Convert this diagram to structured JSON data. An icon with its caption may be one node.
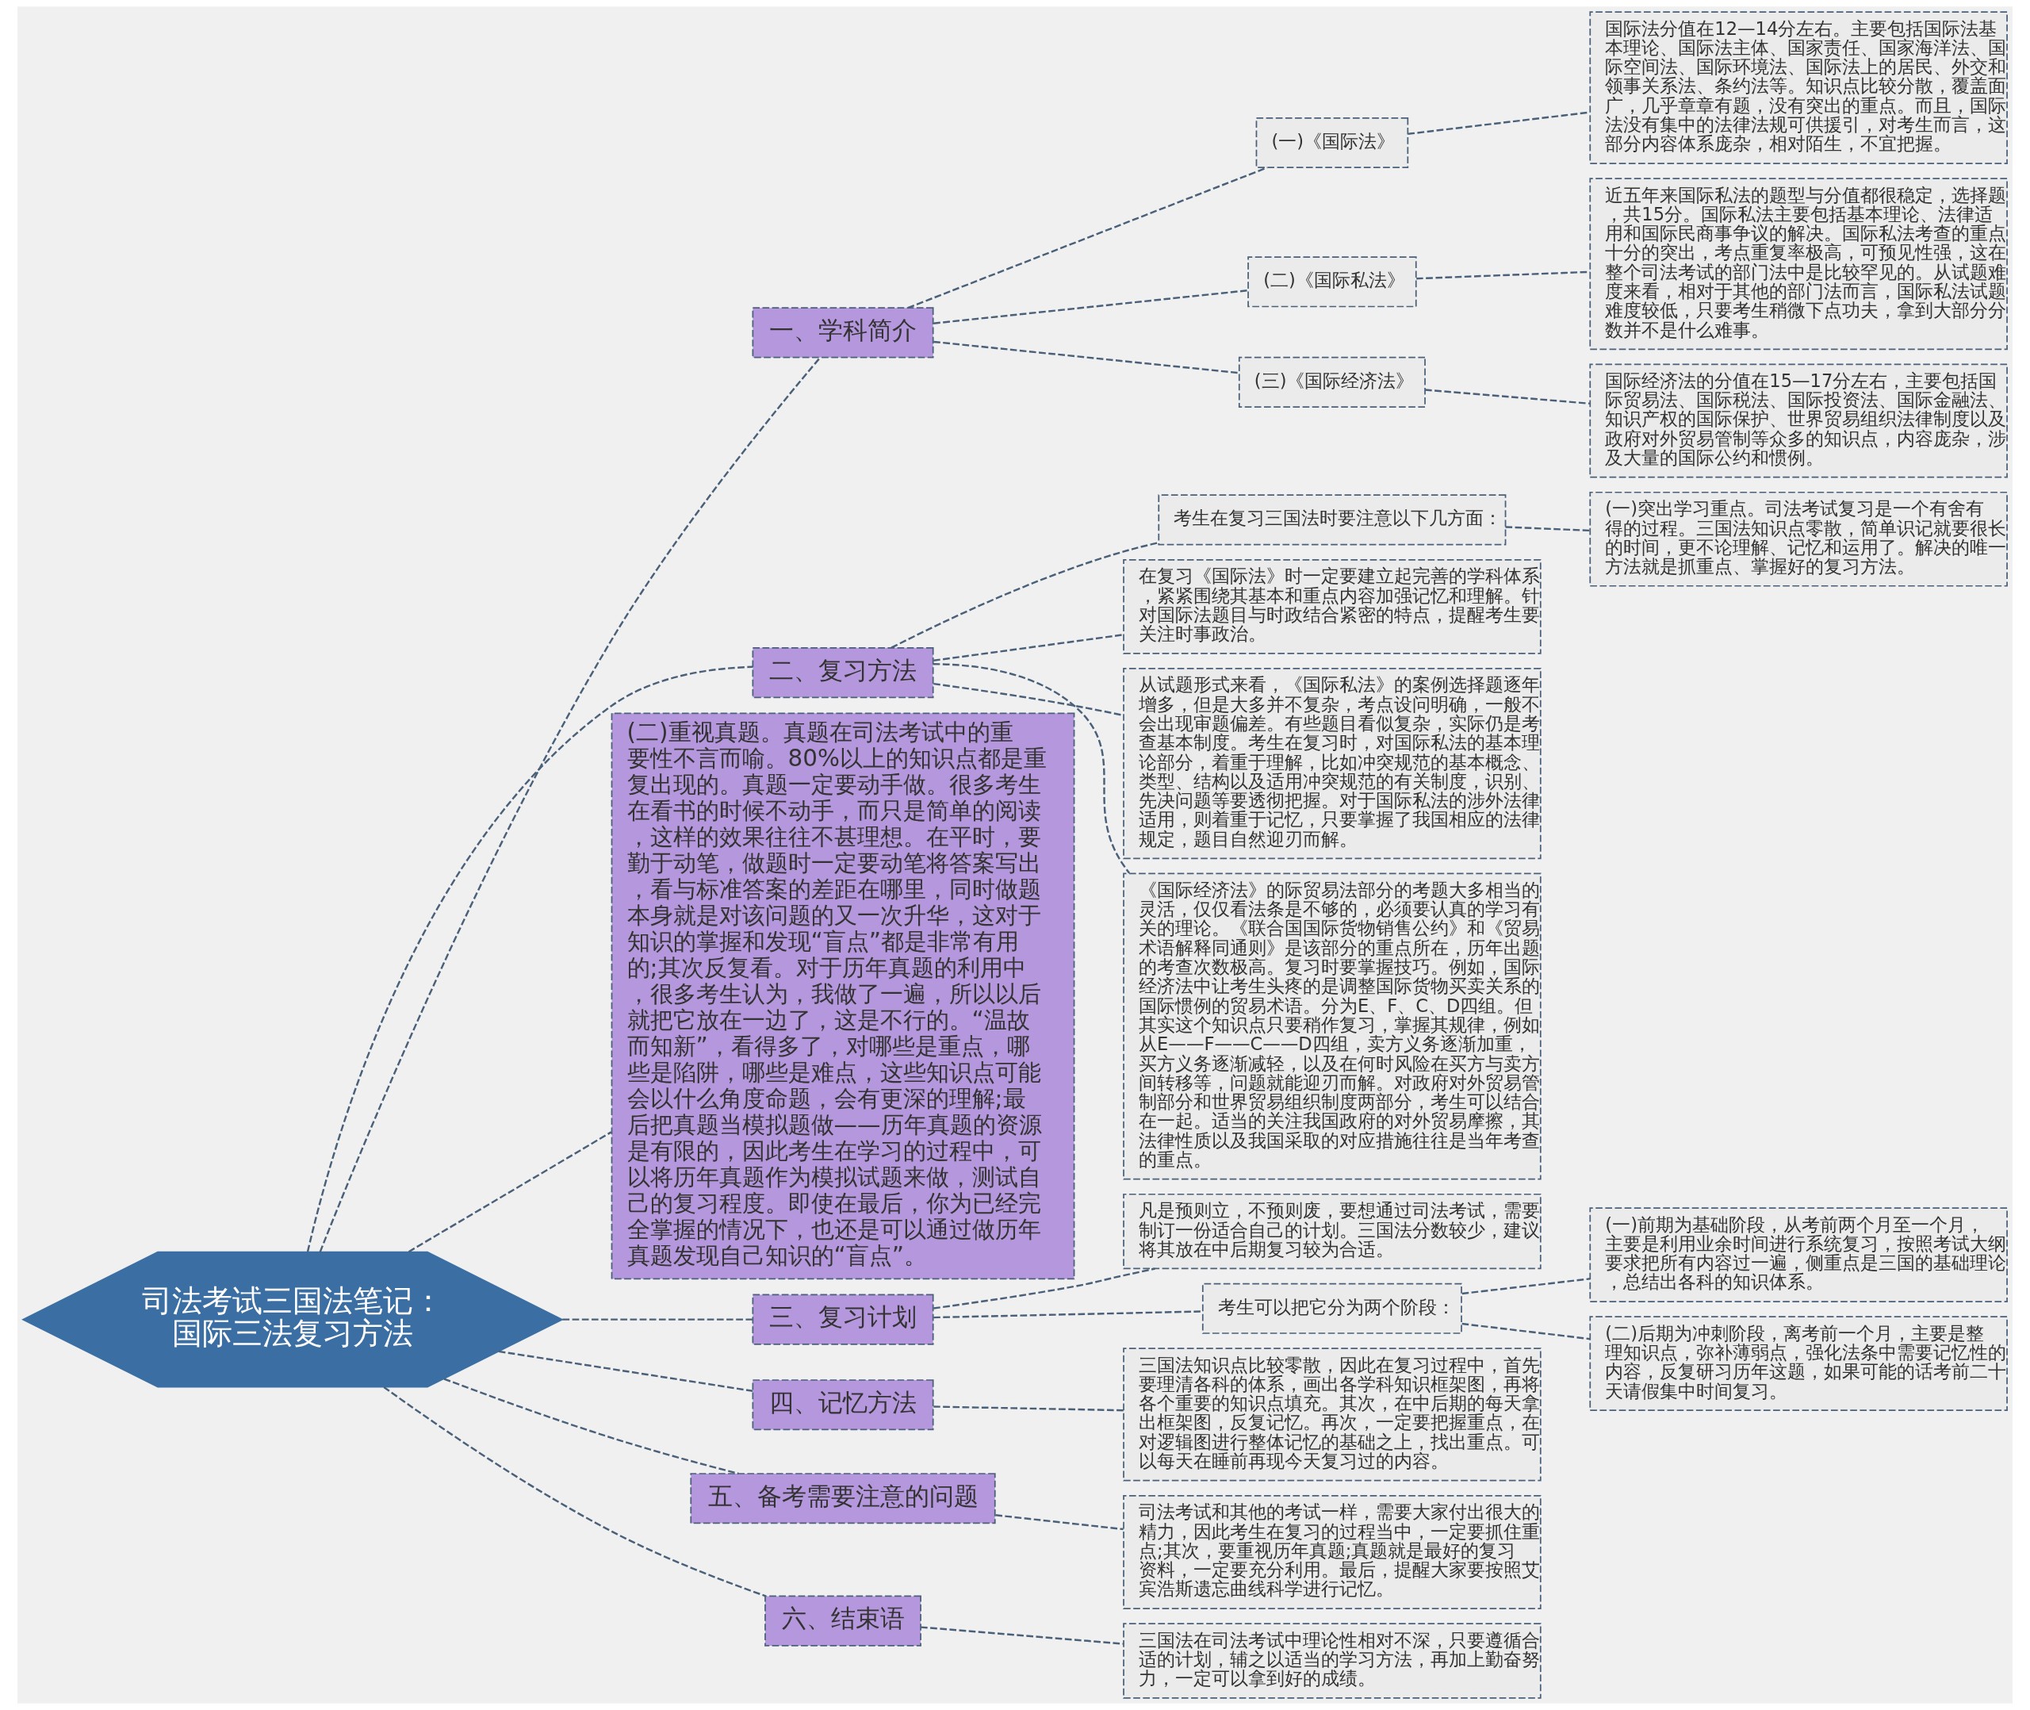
{
  "diagram": {
    "nodes": [
      {
        "text": [
          "司法考试三国法笔记：国际三法复习方法"
        ]
      },
      {
        "text": [
          "一、学科简介"
        ]
      },
      {
        "text": [
          "(一)《国际法》"
        ]
      },
      {
        "text": [
          "国际法分值在12—14分左右。主要包括国际法基本理论、国际法主体、国家责任、国家海洋法、国际空间法、国际环境法、国际法上的居民、外交和领事关系法、条约法等。知识点比较分散，覆盖面广，几乎章章有题，没有突出的重点。而且，国际法没有集中的法律法规可供援引，对考生而言，这部分内容体系庞杂，相对陌生，不宜把握。"
        ]
      },
      {
        "text": [
          "(二)《国际私法》"
        ]
      },
      {
        "text": [
          "近五年来国际私法的题型与分值都很稳定，选择题，共15分。国际私法主要包括基本理论、法律适用和国际民商事争议的解决。国际私法考查的重点十分的突出，考点重复率极高，可预见性强，这在整个司法考试的部门法中是比较罕见的。从试题难度来看，相对于其他的部门法而言，国际私法试题难度较低，只要考生稍微下点功夫，拿到大部分分数并不是什么难事。"
        ]
      },
      {
        "text": [
          "(三)《国际经济法》"
        ]
      },
      {
        "text": [
          "国际经济法的分值在15—17分左右，主要包括国际贸易法、国际税法、国际投资法、国际金融法、知识产权的国际保护、世界贸易组织法律制度以及政府对外贸易管制等众多的知识点，内容庞杂，涉及大量的国际公约和惯例。"
        ]
      },
      {
        "text": [
          "二、复习方法"
        ]
      },
      {
        "text": [
          "考生在复习三国法时要注意以下几方面："
        ]
      },
      {
        "text": [
          "(一)突出学习重点。司法考试复习是一个有舍有得的过程。三国法知识点零散，简单识记就要很长的时间，更不论理解、记忆和运用了。解决的唯一方法就是抓重点、掌握好的复习方法。"
        ]
      },
      {
        "text": [
          "在复习《国际法》时一定要建立起完善的学科体系，紧紧围绕其基本和重点内容加强记忆和理解。针对国际法题目与时政结合紧密的特点，提醒考生要关注时事政治。"
        ]
      },
      {
        "text": [
          "从试题形式来看，《国际私法》的案例选择题逐年增多，但是大多并不复杂，考点设问明确，一般不会出现审题偏差。有些题目看似复杂，实际仍是考查基本制度。考生在复习时，对国际私法的基本理论部分，着重于理解，比如冲突规范的基本概念、类型、结构以及适用冲突规范的有关制度，识别、先决问题等要透彻把握。对于国际私法的涉外法律适用，则着重于记忆，只要掌握了我国相应的法律规定，题目自然迎刃而解。"
        ]
      },
      {
        "text": [
          "《国际经济法》的际贸易法部分的考题大多相当的灵活，仅仅看法条是不够的，必须要认真的学习有关的理论。《联合国国际货物销售公约》和《贸易术语解释同通则》是该部分的重点所在，历年出题的考查次数极高。复习时要掌握技巧。例如，国际经济法中让考生头疼的是调整国际货物买卖关系的国际惯例的贸易术语。分为E、F、C、D四组。但其实这个知识点只要稍作复习，掌握其规律，例如从E——F——C——D四组，卖方义务逐渐加重，买方义务逐渐减轻，以及在何时风险在买方与卖方间转移等，问题就能迎刃而解。对政府对外贸易管制部分和世界贸易组织制度两部分，考生可以结合在一起。适当的关注我国政府的对外贸易摩擦，其法律性质以及我国采取的对应措施往往是当年考查的重点。"
        ]
      },
      {
        "text": [
          "(二)重视真题。真题在司法考试中的重要性不言而喻。80%以上的知识点都是重复出现的。真题一定要动手做。很多考生在看书的时候不动手，而只是简单的阅读，这样的效果往往不甚理想。在平时，要勤于动笔，做题时一定要动笔将答案写出，看与标准答案的差距在哪里，同时做题本身就是对该问题的又一次升华，这对于知识的掌握和发现“盲点”都是非常有用的;其次反复看。对于历年真题的利用中，很多考生认为，我做了一遍，所以以后就把它放在一边了，这是不行的。“温故而知新”，看得多了，对哪些是重点，哪些是陷阱，哪些是难点，这些知识点可能会以什么角度命题，会有更深的理解;最后把真题当模拟题做——历年真题的资源是有限的，因此考生在学习的过程中，可以将历年真题作为模拟试题来做，测试自己的复习程度。即使在最后，你为已经完全掌握的情况下，也还是可以通过做历年真题发现自己知识的“盲点”。"
        ]
      },
      {
        "text": [
          "三、复习计划"
        ]
      },
      {
        "text": [
          "凡是预则立，不预则废，要想通过司法考试，需要制订一份适合自己的计划。三国法分数较少，建议将其放在中后期复习较为合适。"
        ]
      },
      {
        "text": [
          "考生可以把它分为两个阶段："
        ]
      },
      {
        "text": [
          "(一)前期为基础阶段，从考前两个月至一个月，主要是利用业余时间进行系统复习，按照考试大纲要求把所有内容过一遍，侧重点是三国的基础理论，总结出各科的知识体系。"
        ]
      },
      {
        "text": [
          "(二)后期为冲刺阶段，离考前一个月，主要是整理知识点，弥补薄弱点，强化法条中需要记忆性的内容，反复研习历年这题，如果可能的话考前二十天请假集中时间复习。"
        ]
      },
      {
        "text": [
          "四、记忆方法"
        ]
      },
      {
        "text": [
          "三国法知识点比较零散，因此在复习过程中，首先要理清各科的体系，画出各学科知识框架图，再将各个重要的知识点填充。其次，在中后期的每天拿出框架图，反复记忆。再次，一定要把握重点，在对逻辑图进行整体记忆的基础之上，找出重点。可以每天在睡前再现今天复习过的内容。"
        ]
      },
      {
        "text": [
          "五、备考需要注意的问题"
        ]
      },
      {
        "text": [
          "司法考试和其他的考试一样，需要大家付出很大的精力，因此考生在复习的过程当中，一定要抓住重点;其次，要重视历年真题;真题就是最好的复习资料，一定要充分利用。最后，提醒大家要按照艾宾浩斯遗忘曲线科学进行记忆。"
        ]
      },
      {
        "text": [
          "六、结束语"
        ]
      },
      {
        "text": [
          "三国法在司法考试中理论性相对不深，只要遵循合适的计划，辅之以适当的学习方法，再加上勤奋努力，一定可以拿到好的成绩。"
        ]
      }
    ],
    "edges": [
      {
        "from": 0,
        "to": 1,
        "arrow": "none",
        "style": "dashed"
      },
      {
        "from": 1,
        "to": 2,
        "arrow": "none",
        "style": "dashed"
      },
      {
        "from": 2,
        "to": 3,
        "arrow": "none",
        "style": "dashed"
      },
      {
        "from": 1,
        "to": 4,
        "arrow": "none",
        "style": "dashed"
      },
      {
        "from": 4,
        "to": 5,
        "arrow": "none",
        "style": "dashed"
      },
      {
        "from": 1,
        "to": 6,
        "arrow": "none",
        "style": "dashed"
      },
      {
        "from": 6,
        "to": 7,
        "arrow": "none",
        "style": "dashed"
      },
      {
        "from": 0,
        "to": 8,
        "arrow": "none",
        "style": "dashed"
      },
      {
        "from": 8,
        "to": 9,
        "arrow": "none",
        "style": "dashed"
      },
      {
        "from": 9,
        "to": 10,
        "arrow": "none",
        "style": "dashed"
      },
      {
        "from": 8,
        "to": 11,
        "arrow": "none",
        "style": "dashed"
      },
      {
        "from": 8,
        "to": 12,
        "arrow": "none",
        "style": "dashed"
      },
      {
        "from": 8,
        "to": 13,
        "arrow": "none",
        "style": "dashed"
      },
      {
        "from": 0,
        "to": 14,
        "arrow": "none",
        "style": "dashed"
      },
      {
        "from": 0,
        "to": 15,
        "arrow": "none",
        "style": "dashed"
      },
      {
        "from": 15,
        "to": 16,
        "arrow": "none",
        "style": "dashed"
      },
      {
        "from": 15,
        "to": 17,
        "arrow": "none",
        "style": "dashed"
      },
      {
        "from": 17,
        "to": 18,
        "arrow": "none",
        "style": "dashed"
      },
      {
        "from": 17,
        "to": 19,
        "arrow": "none",
        "style": "dashed"
      },
      {
        "from": 0,
        "to": 20,
        "arrow": "none",
        "style": "dashed"
      },
      {
        "from": 20,
        "to": 21,
        "arrow": "none",
        "style": "dashed"
      },
      {
        "from": 0,
        "to": 22,
        "arrow": "none",
        "style": "dashed"
      },
      {
        "from": 22,
        "to": 23,
        "arrow": "none",
        "style": "dashed"
      },
      {
        "from": 0,
        "to": 24,
        "arrow": "none",
        "style": "dashed"
      },
      {
        "from": 24,
        "to": 25,
        "arrow": "none",
        "style": "dashed"
      }
    ]
  }
}
